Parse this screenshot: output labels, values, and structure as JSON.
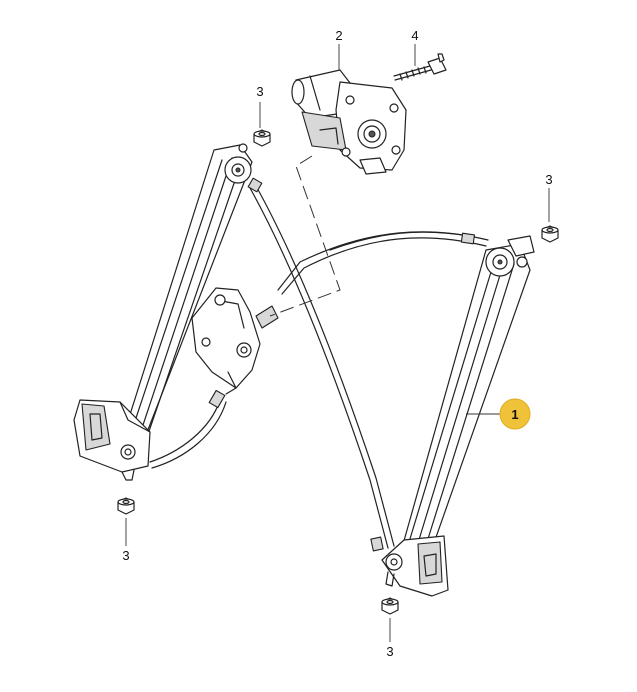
{
  "callouts": {
    "part1": "1",
    "part2": "2",
    "part3_upper_left": "3",
    "part3_upper_right": "3",
    "part3_lower_left": "3",
    "part3_lower_right": "3",
    "part4": "4"
  },
  "colors": {
    "selected_badge": "#f0c23a",
    "line": "#222222"
  }
}
